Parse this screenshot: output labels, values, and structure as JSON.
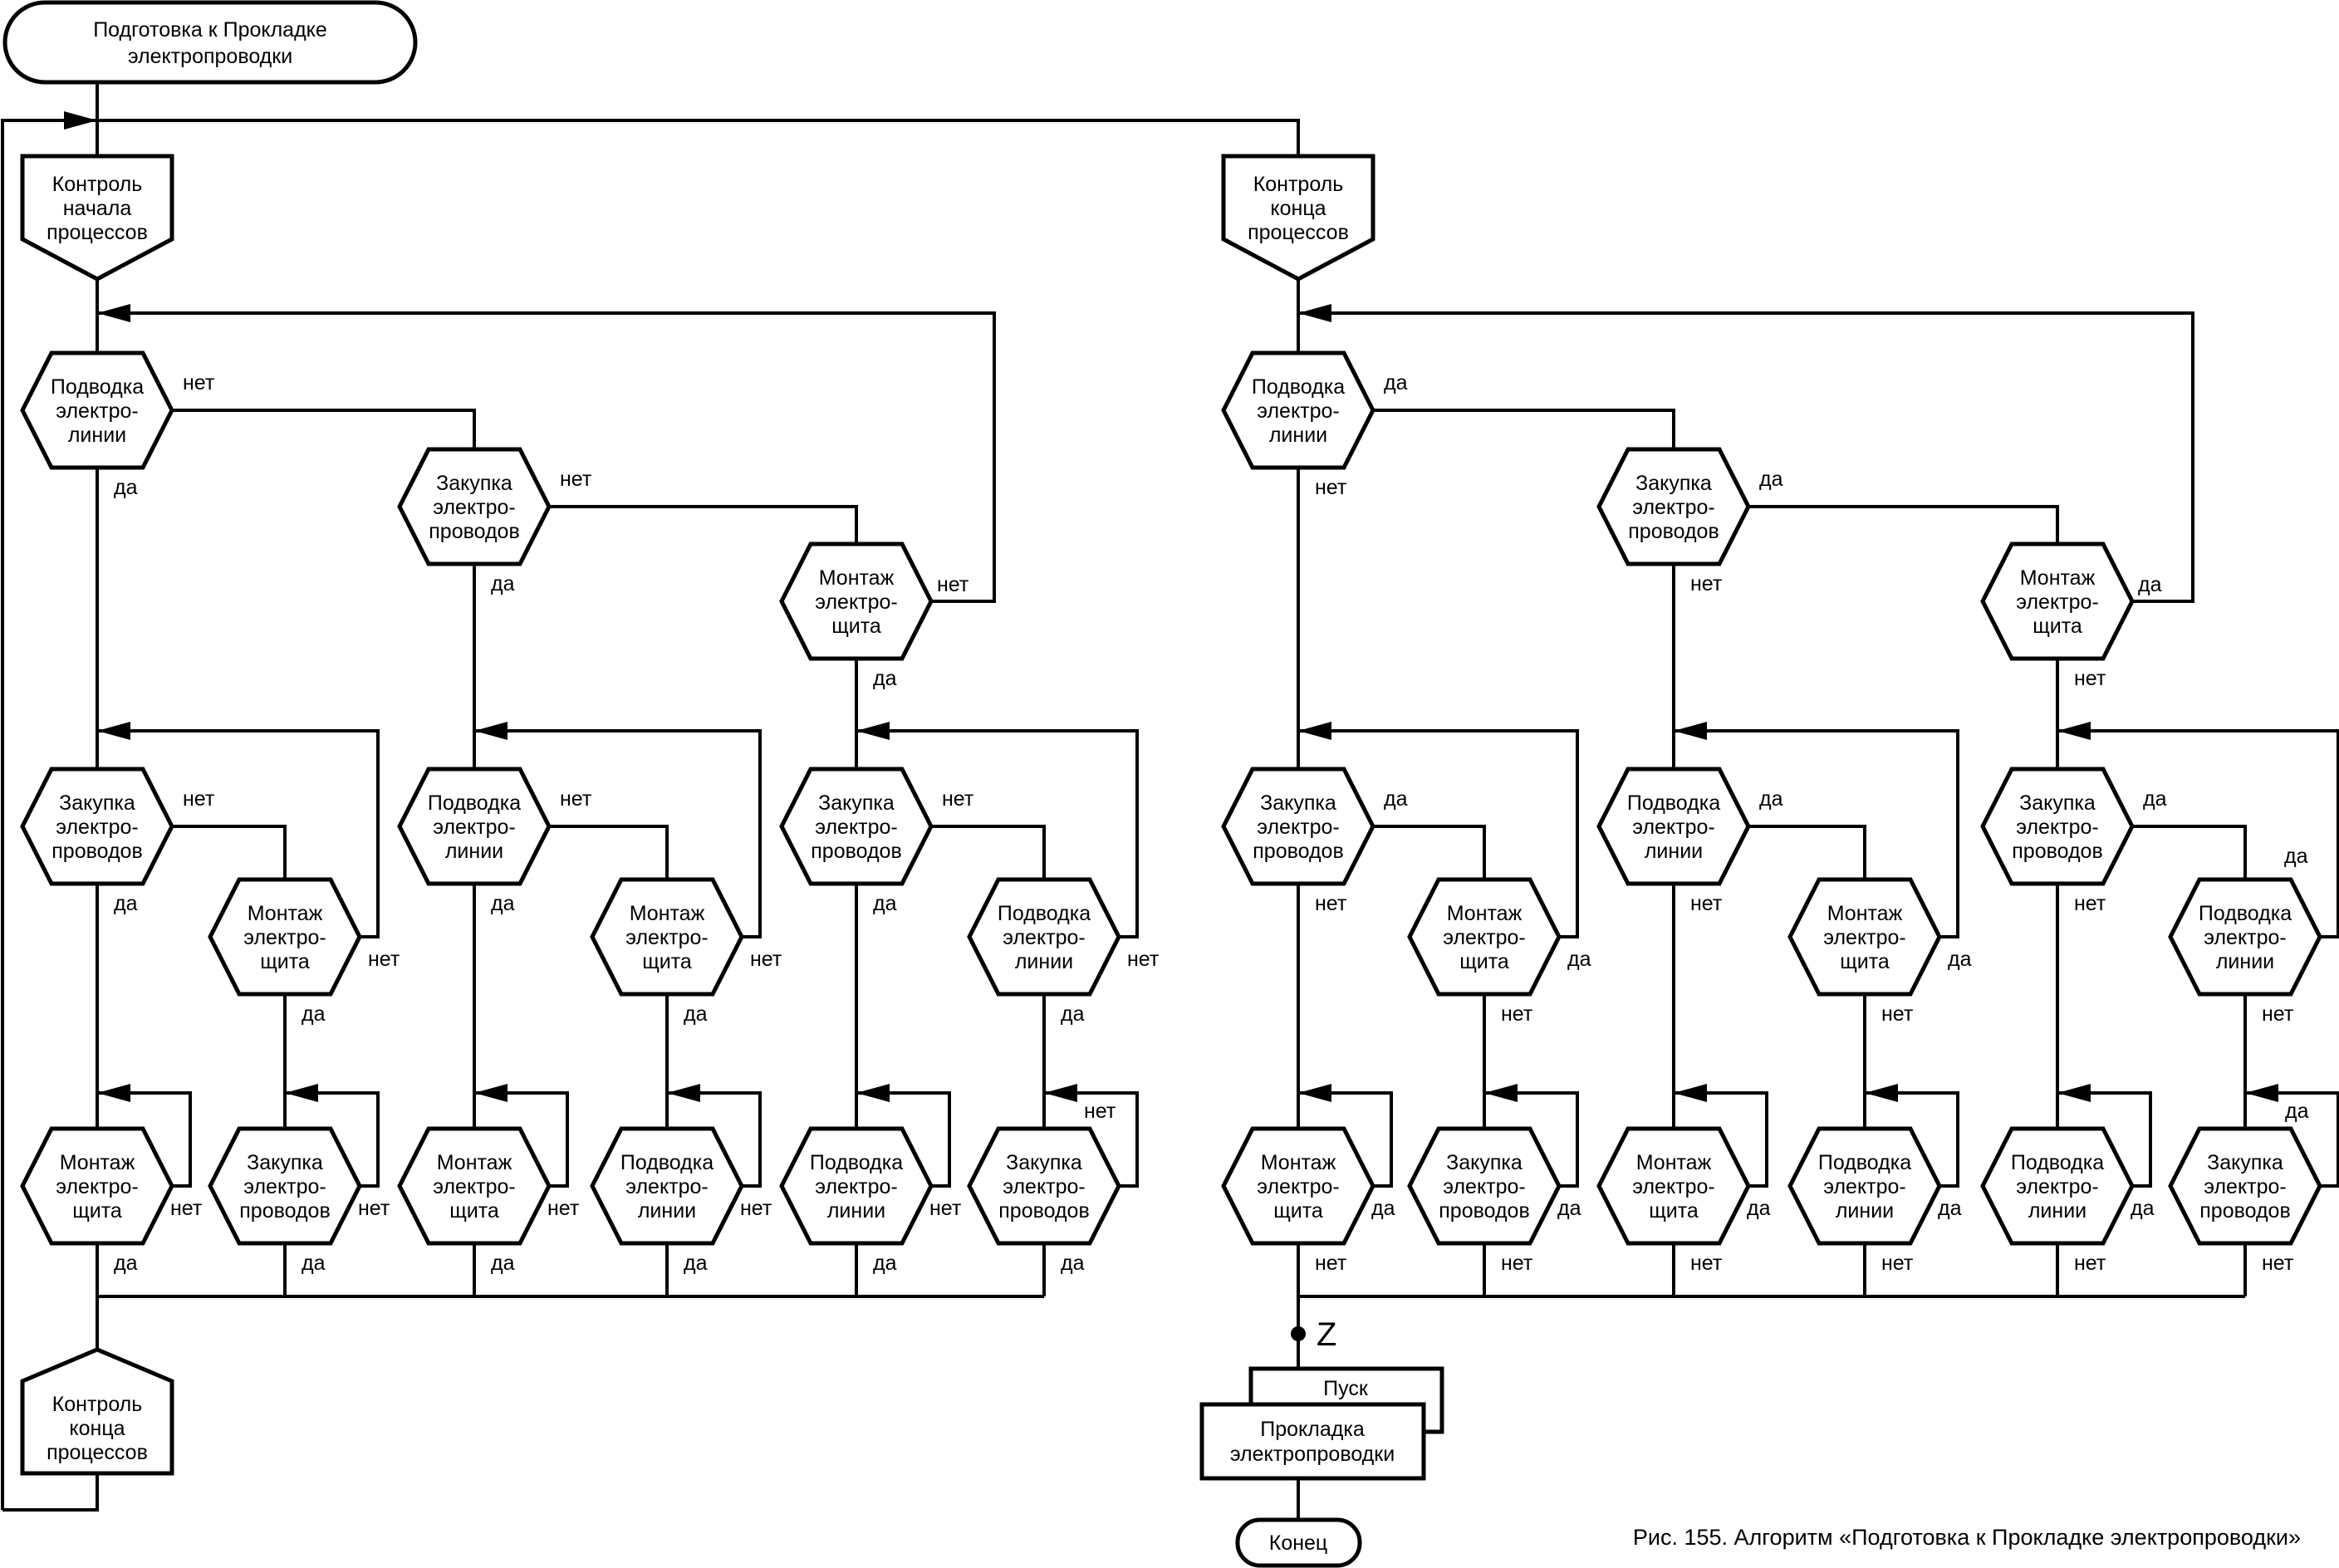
{
  "caption": "Рис. 155. Алгоритм «Подготовка к Прокладке электропроводки»",
  "labels": {
    "yes": "да",
    "no": "нет"
  },
  "start": {
    "lines": [
      "Подготовка к Прокладке",
      "электропроводки"
    ]
  },
  "end": {
    "lines": [
      "Конец"
    ]
  },
  "connector": {
    "label": "Z"
  },
  "start_control": {
    "lines": [
      "Контроль",
      "начала",
      "процессов"
    ]
  },
  "end_control_top": {
    "lines": [
      "Контроль",
      "конца",
      "процессов"
    ]
  },
  "end_control_bottom": {
    "lines": [
      "Контроль",
      "конца",
      "процессов"
    ]
  },
  "launch": {
    "label": "Пуск",
    "lines": [
      "Прокладка",
      "электропроводки"
    ]
  },
  "process_names": {
    "line": [
      "Подводка",
      "электро-",
      "линии"
    ],
    "wires": [
      "Закупка",
      "электро-",
      "проводов"
    ],
    "panel": [
      "Монтаж",
      "электро-",
      "щита"
    ]
  },
  "left_branch": {
    "title": "Контроль начала процессов",
    "top_chain": [
      {
        "process": "line",
        "exit_right": "нет",
        "exit_down": "да"
      },
      {
        "process": "wires",
        "exit_right": "нет",
        "exit_down": "да"
      },
      {
        "process": "panel",
        "exit_right": "нет",
        "exit_down": "да"
      }
    ],
    "groups": [
      {
        "first": {
          "process": "wires",
          "exit_right": "нет",
          "exit_down": "да"
        },
        "second": {
          "process": "panel",
          "exit_right": "нет",
          "exit_down": "да"
        },
        "third_a": {
          "process": "panel",
          "loop": "нет",
          "exit_down": "да"
        },
        "third_b": {
          "process": "wires",
          "loop": "нет",
          "exit_down": "да"
        }
      },
      {
        "first": {
          "process": "line",
          "exit_right": "нет",
          "exit_down": "да"
        },
        "second": {
          "process": "panel",
          "exit_right": "нет",
          "exit_down": "да"
        },
        "third_a": {
          "process": "panel",
          "loop": "нет",
          "exit_down": "да"
        },
        "third_b": {
          "process": "line",
          "loop": "нет",
          "exit_down": "да"
        }
      },
      {
        "first": {
          "process": "wires",
          "exit_right": "нет",
          "exit_down": "да"
        },
        "second": {
          "process": "line",
          "exit_right": "нет",
          "exit_down": "да"
        },
        "third_a": {
          "process": "line",
          "loop": "нет",
          "exit_down": "да"
        },
        "third_b": {
          "process": "wires",
          "loop": "нет",
          "exit_down": "да"
        }
      }
    ]
  },
  "right_branch": {
    "title": "Контроль конца процессов",
    "top_chain": [
      {
        "process": "line",
        "exit_right": "да",
        "exit_down": "нет"
      },
      {
        "process": "wires",
        "exit_right": "да",
        "exit_down": "нет"
      },
      {
        "process": "panel",
        "exit_right": "да",
        "exit_down": "нет"
      }
    ],
    "groups": [
      {
        "first": {
          "process": "wires",
          "exit_right": "да",
          "exit_down": "нет"
        },
        "second": {
          "process": "panel",
          "exit_right": "да",
          "exit_down": "нет"
        },
        "third_a": {
          "process": "panel",
          "loop": "да",
          "exit_down": "нет"
        },
        "third_b": {
          "process": "wires",
          "loop": "да",
          "exit_down": "нет"
        }
      },
      {
        "first": {
          "process": "line",
          "exit_right": "да",
          "exit_down": "нет"
        },
        "second": {
          "process": "panel",
          "exit_right": "да",
          "exit_down": "нет"
        },
        "third_a": {
          "process": "panel",
          "loop": "да",
          "exit_down": "нет"
        },
        "third_b": {
          "process": "line",
          "loop": "да",
          "exit_down": "нет"
        }
      },
      {
        "first": {
          "process": "wires",
          "exit_right": "да",
          "exit_down": "нет"
        },
        "second": {
          "process": "line",
          "exit_right": "да",
          "exit_down": "нет"
        },
        "third_a": {
          "process": "line",
          "loop": "да",
          "exit_down": "нет"
        },
        "third_b": {
          "process": "wires",
          "loop": "да",
          "exit_down": "нет"
        }
      }
    ]
  }
}
